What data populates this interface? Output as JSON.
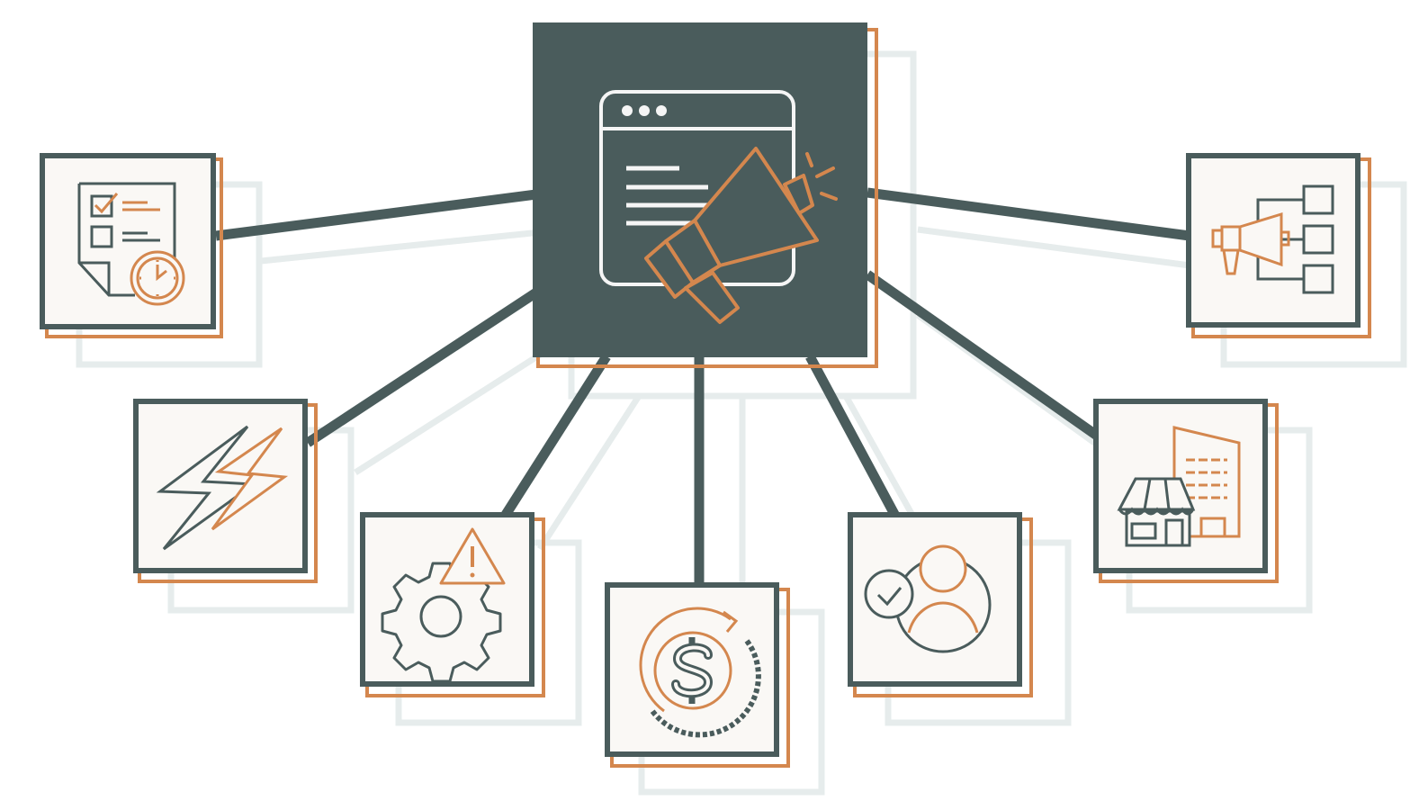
{
  "colors": {
    "background": "#ffffff",
    "dark": "#4a5c5c",
    "accent": "#d4874e",
    "card_fill": "#faf8f5",
    "shadow": "#e6ecec",
    "icon_light": "#f5f5f5"
  },
  "hub": {
    "icon": "browser-megaphone-icon"
  },
  "nodes": [
    {
      "id": "checklist-timer",
      "icon": "checklist-clock-icon"
    },
    {
      "id": "lightning",
      "icon": "lightning-bolts-icon"
    },
    {
      "id": "gear-warning",
      "icon": "gear-warning-icon"
    },
    {
      "id": "dollar-cycle",
      "icon": "dollar-cycle-icon"
    },
    {
      "id": "user-check",
      "icon": "user-check-icon"
    },
    {
      "id": "storefront-building",
      "icon": "storefront-building-icon"
    },
    {
      "id": "megaphone-flowchart",
      "icon": "megaphone-flowchart-icon"
    }
  ]
}
